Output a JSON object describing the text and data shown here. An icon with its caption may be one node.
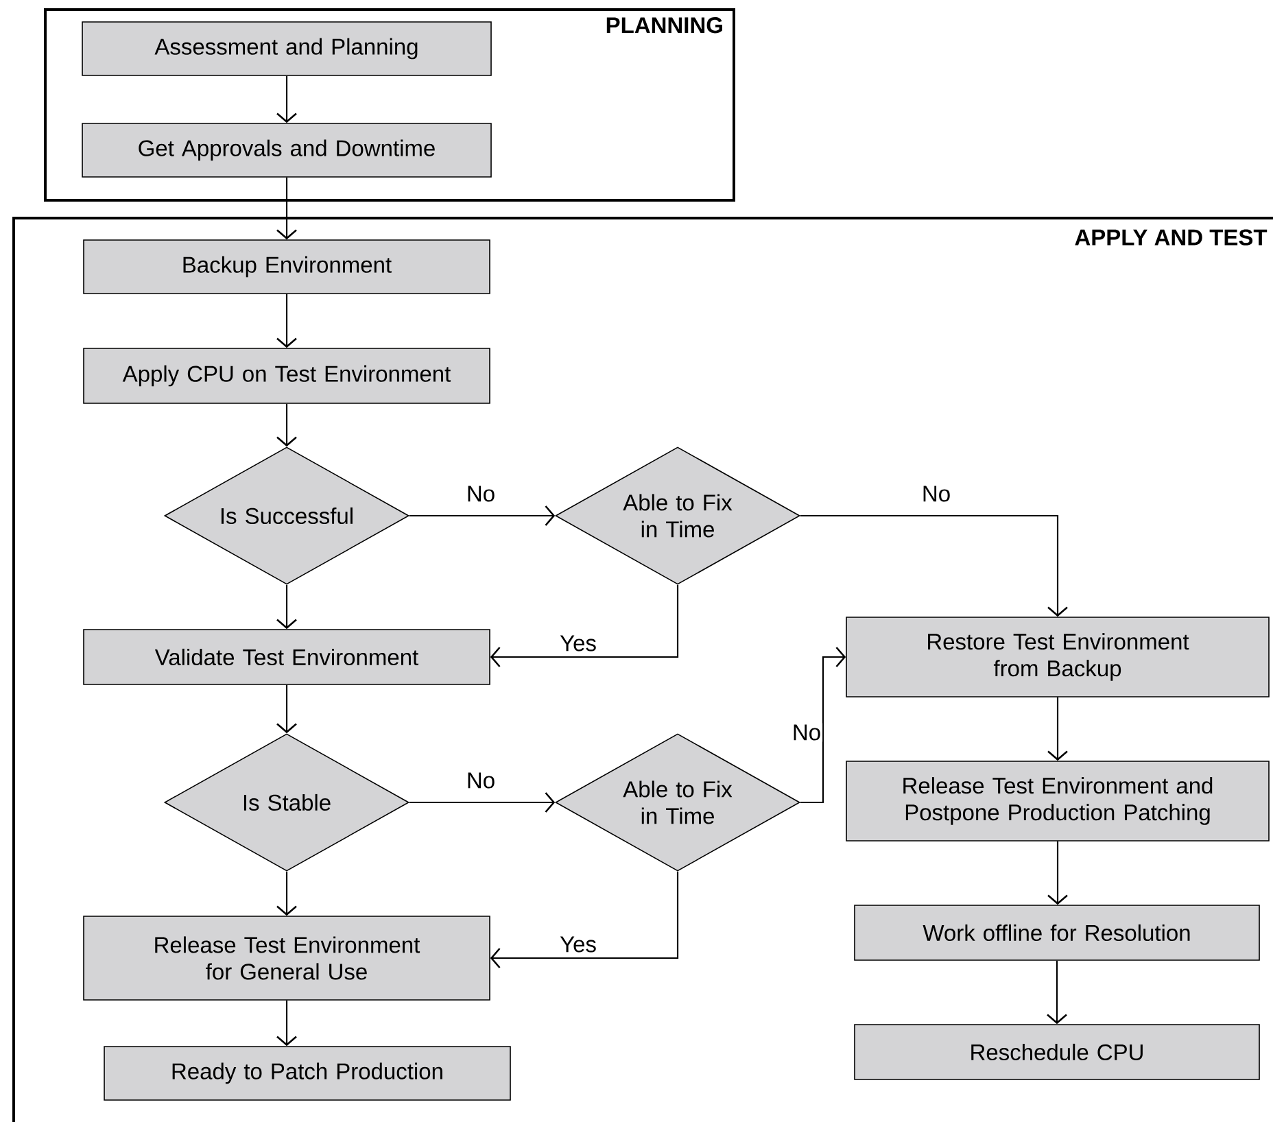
{
  "diagram": {
    "nodes": [
      {
        "text": [
          "PLANNING"
        ]
      },
      {
        "text": [
          "Assessment and Planning"
        ],
        "in": 0
      },
      {
        "text": [
          "Get Approvals and Downtime"
        ],
        "in": 0
      },
      {
        "text": [
          "APPLY AND TEST"
        ]
      },
      {
        "text": [
          "Backup Environment"
        ],
        "in": 3
      },
      {
        "text": [
          "Apply CPU on Test Environment"
        ],
        "in": 3
      },
      {
        "text": [
          "Is Successful"
        ],
        "in": 3
      },
      {
        "text": [
          "Able to Fix in Time"
        ],
        "in": 3
      },
      {
        "text": [
          "Validate Test Environment"
        ],
        "in": 3
      },
      {
        "text": [
          "Is Stable"
        ],
        "in": 3
      },
      {
        "text": [
          "Able to Fix in Time"
        ],
        "in": 3
      },
      {
        "text": [
          "Release Test Environment for General Use"
        ],
        "in": 3
      },
      {
        "text": [
          "Ready to Patch Production"
        ],
        "in": 3
      },
      {
        "text": [
          "Restore Test Environment from Backup"
        ],
        "in": 3
      },
      {
        "text": [
          "Release Test Environment and Postpone Production Patching"
        ],
        "in": 3
      },
      {
        "text": [
          "Work offline for Resolution"
        ],
        "in": 3
      },
      {
        "text": [
          "Reschedule CPU"
        ],
        "in": 3
      }
    ],
    "edges": [
      {
        "from": 1,
        "to": 2,
        "arrow": "to"
      },
      {
        "from": 2,
        "to": 4,
        "arrow": "to"
      },
      {
        "from": 4,
        "to": 5,
        "arrow": "to"
      },
      {
        "from": 5,
        "to": 6,
        "arrow": "to"
      },
      {
        "from": 6,
        "to": 7,
        "arrow": "to",
        "label": "No"
      },
      {
        "from": 6,
        "to": 8,
        "arrow": "to"
      },
      {
        "from": 7,
        "to": 13,
        "arrow": "to",
        "label": "No"
      },
      {
        "from": 7,
        "to": 8,
        "arrow": "to",
        "label": "Yes"
      },
      {
        "from": 8,
        "to": 9,
        "arrow": "to"
      },
      {
        "from": 9,
        "to": 10,
        "arrow": "to",
        "label": "No"
      },
      {
        "from": 9,
        "to": 11,
        "arrow": "to"
      },
      {
        "from": 10,
        "to": 13,
        "arrow": "to",
        "label": "No"
      },
      {
        "from": 10,
        "to": 11,
        "arrow": "to",
        "label": "Yes"
      },
      {
        "from": 11,
        "to": 12,
        "arrow": "to"
      },
      {
        "from": 13,
        "to": 14,
        "arrow": "to"
      },
      {
        "from": 14,
        "to": 15,
        "arrow": "to"
      },
      {
        "from": 15,
        "to": 16,
        "arrow": "to"
      }
    ]
  }
}
